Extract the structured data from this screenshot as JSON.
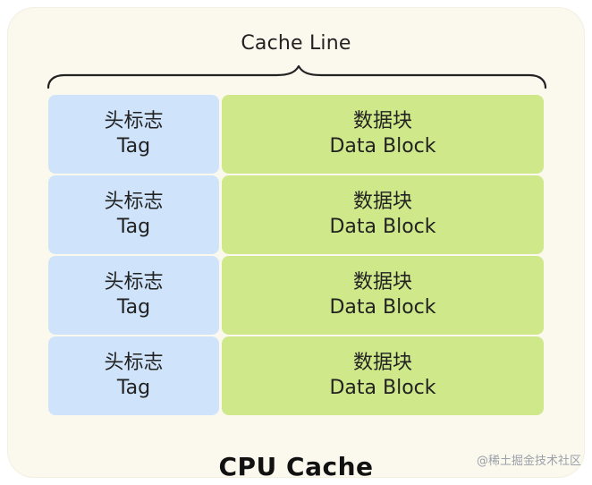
{
  "header": {
    "cache_line_label": "Cache Line"
  },
  "rows": [
    {
      "tag_cn": "头标志",
      "tag_en": "Tag",
      "data_cn": "数据块",
      "data_en": "Data Block"
    },
    {
      "tag_cn": "头标志",
      "tag_en": "Tag",
      "data_cn": "数据块",
      "data_en": "Data Block"
    },
    {
      "tag_cn": "头标志",
      "tag_en": "Tag",
      "data_cn": "数据块",
      "data_en": "Data Block"
    },
    {
      "tag_cn": "头标志",
      "tag_en": "Tag",
      "data_cn": "数据块",
      "data_en": "Data Block"
    }
  ],
  "footer": {
    "title": "CPU Cache",
    "watermark": "@稀土掘金技术社区"
  },
  "colors": {
    "panel_background": "#fbf8ee",
    "tag_fill": "#cfe4fb",
    "data_fill": "#cfe889",
    "text": "#222222",
    "watermark": "#9aa1a8"
  }
}
